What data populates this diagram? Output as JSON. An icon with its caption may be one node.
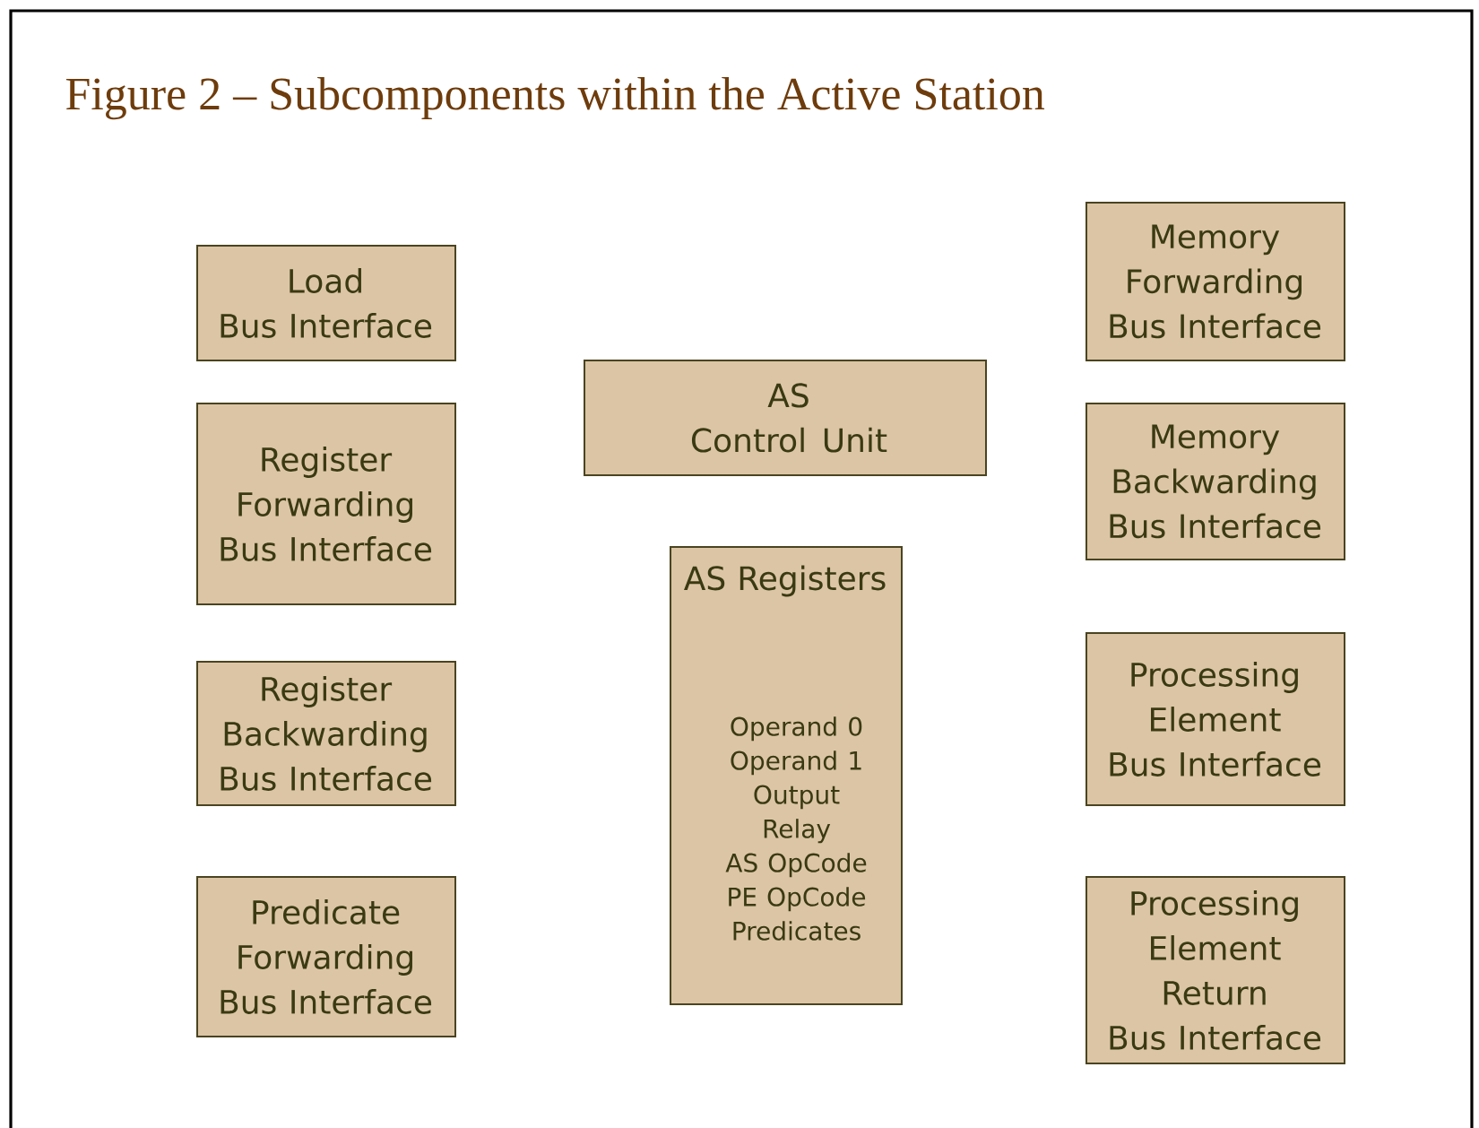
{
  "diagram": {
    "title": "Figure 2 – Subcomponents within the Active Station",
    "nodes": [
      {
        "text": [
          "Load Bus Interface"
        ]
      },
      {
        "text": [
          "Register Forwarding Bus Interface"
        ]
      },
      {
        "text": [
          "Register Backwarding Bus Interface"
        ]
      },
      {
        "text": [
          "Predicate Forwarding Bus Interface"
        ]
      },
      {
        "text": [
          "AS Control Unit"
        ]
      },
      {
        "text": [
          "AS Registers",
          "Operand 0 Operand 1 Output Relay AS OpCode PE OpCode Predicates"
        ]
      },
      {
        "text": [
          "Memory Forwarding Bus Interface"
        ]
      },
      {
        "text": [
          "Memory Backwarding Bus Interface"
        ]
      },
      {
        "text": [
          "Processing Element Bus Interface"
        ]
      },
      {
        "text": [
          "Processing Element Return Bus Interface"
        ]
      }
    ]
  }
}
